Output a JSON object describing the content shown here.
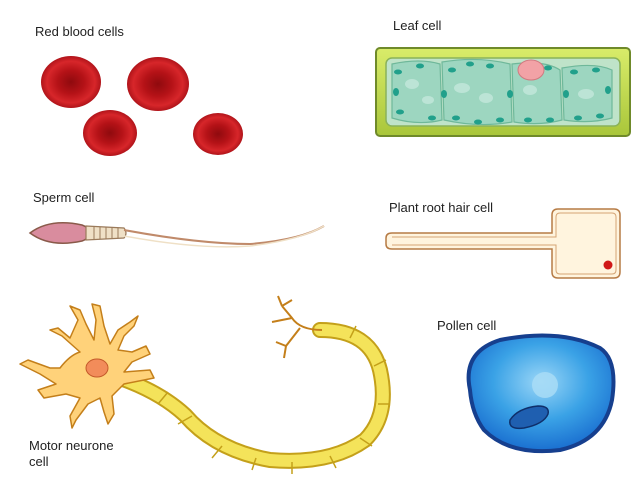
{
  "labels": {
    "red_blood_cells": "Red blood cells",
    "leaf_cell": "Leaf cell",
    "sperm_cell": "Sperm cell",
    "plant_root_hair_cell": "Plant root hair cell",
    "pollen_cell": "Pollen cell",
    "motor_neurone_line1": "Motor neurone",
    "motor_neurone_line2": "cell"
  },
  "colors": {
    "red_blood_cell": "#c8171b",
    "red_blood_cell_center": "#9e0b10",
    "leaf_wall": "#c6de4a",
    "leaf_wall_dark": "#6f8a2a",
    "leaf_vacuole": "#8fd0b6",
    "chloroplast": "#1d9e8a",
    "leaf_nucleus": "#f0a4a8",
    "sperm_head": "#d98c9e",
    "root_hair_outline": "#b67b45",
    "root_hair_fill": "#fff4de",
    "root_nucleus": "#d01818",
    "neurone_fill": "#ffd27a",
    "neurone_outline": "#c47f1a",
    "neurone_nucleus": "#f28c5a",
    "axon_sheath": "#f4e35a",
    "pollen_outer": "#1a4fae",
    "pollen_inner": "#3fa8e9",
    "pollen_nucleus": "#1d4f9a"
  }
}
